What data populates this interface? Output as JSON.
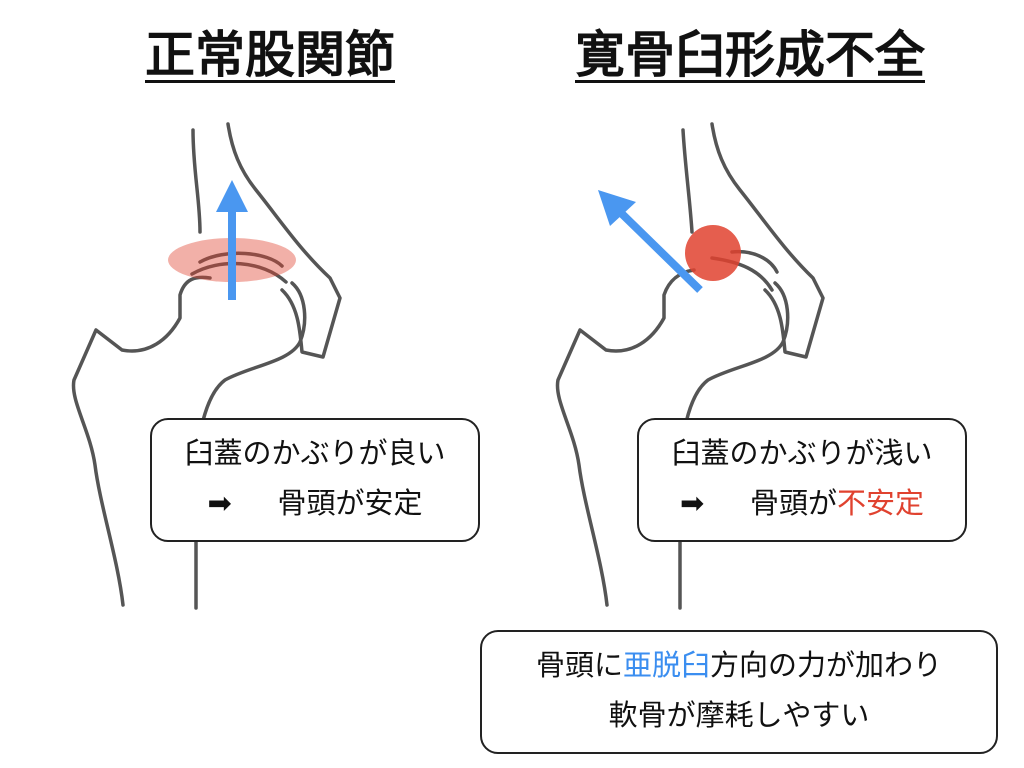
{
  "titles": {
    "left": "正常股関節",
    "right": "寛骨臼形成不全"
  },
  "left_box": {
    "line1": "臼蓋のかぶりが良い",
    "arrow": "➡",
    "result": "骨頭が安定"
  },
  "right_box": {
    "line1": "臼蓋のかぶりが浅い",
    "arrow": "➡",
    "result_prefix": "骨頭が",
    "result_highlight": "不安定"
  },
  "bottom_box": {
    "line1_prefix": "骨頭に",
    "line1_highlight": "亜脱臼",
    "line1_suffix": "方向の力が加わり",
    "line2": "軟骨が摩耗しやすい"
  },
  "colors": {
    "arrow_blue": "#4a97f0",
    "overlap_red": "#e0422f",
    "highlight_blue": "#3b8ef0",
    "bone_outline": "#555555"
  }
}
